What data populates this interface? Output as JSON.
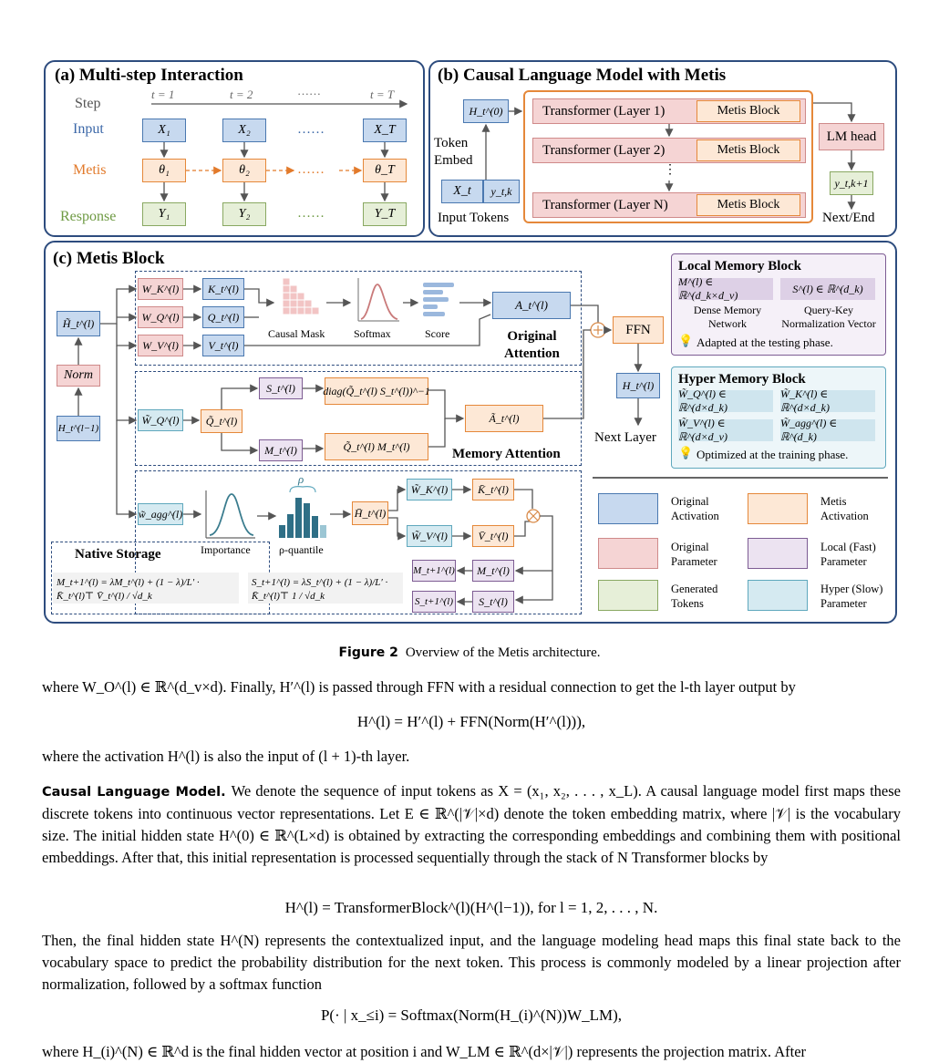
{
  "panel_a": {
    "title": "(a) Multi-step Interaction",
    "step_label": "Step",
    "input_label": "Input",
    "metis_label": "Metis",
    "response_label": "Response",
    "t1": "t = 1",
    "t2": "t = 2",
    "tdots": "……",
    "tT": "t = T",
    "x1": "X₁",
    "x2": "X₂",
    "xT": "X_T",
    "th1": "θ₁",
    "th2": "θ₂",
    "thT": "θ_T",
    "y1": "Y₁",
    "y2": "Y₂",
    "yT": "Y_T",
    "dots": "……"
  },
  "panel_b": {
    "title": "(b) Causal Language Model with Metis",
    "h0": "H_t^(0)",
    "token_embed": "Token\nEmbed",
    "xt": "X_t",
    "ytk": "y_t,k",
    "input_tokens": "Input Tokens",
    "layer1": "Transformer (Layer 1)",
    "layer2": "Transformer (Layer 2)",
    "layerN": "Transformer (Layer N)",
    "metis_block": "Metis Block",
    "vdots": "⋮",
    "lm_head": "LM head",
    "ytk1": "y_t,k+1",
    "next_end": "Next/End"
  },
  "panel_c": {
    "title": "(c) Metis Block",
    "norm": "Norm",
    "h_tilde": "H̃_t^(l)",
    "h_prev": "H_t^(l−1)",
    "wk": "W_K^(l)",
    "wq": "W_Q^(l)",
    "wv": "W_V^(l)",
    "k": "K_t^(l)",
    "q": "Q_t^(l)",
    "v": "V_t^(l)",
    "causal_mask": "Causal Mask",
    "softmax": "Softmax",
    "score": "Score",
    "a": "A_t^(l)",
    "original_attention": "Original\nAttention",
    "ffn": "FFN",
    "h_out": "H_t^(l)",
    "next_layer": "Next Layer",
    "wq_tilde": "W̃_Q^(l)",
    "q_tilde": "Q̃_t^(l)",
    "s": "S_t^(l)",
    "m": "M_t^(l)",
    "diag": "diag(Q̃_t^(l) S_t^(l))^−1",
    "qm": "Q̃_t^(l) M_t^(l)",
    "a_tilde": "Ã_t^(l)",
    "memory_attention": "Memory Attention",
    "w_agg": "w̃_agg^(l)",
    "importance": "Importance",
    "rho": "ρ",
    "rho_quantile": "ρ-quantile",
    "h_bar": "H̄_t^(l)",
    "wk_tilde": "W̃_K^(l)",
    "wv_tilde": "W̃_V^(l)",
    "k_bar": "K̄_t^(l)",
    "v_bar": "V̄_t^(l)",
    "m_next": "M_t+1^(l)",
    "m_cur": "M_t^(l)",
    "s_next": "S_t+1^(l)",
    "s_cur": "S_t^(l)",
    "native_storage": "Native Storage",
    "eq_m": "M_t+1^(l) = λM_t^(l) + (1 − λ)/L′ · K̄_t^(l)⊤ V̄_t^(l) / √d_k",
    "eq_s": "S_t+1^(l) = λS_t^(l) + (1 − λ)/L′ · K̄_t^(l)⊤ 1 / √d_k",
    "local_title": "Local Memory Block",
    "local_m": "M^(l) ∈ ℝ^(d_k×d_v)",
    "local_s": "S^(l) ∈ ℝ^(d_k)",
    "local_m_desc": "Dense Memory\nNetwork",
    "local_s_desc": "Query-Key\nNormalization Vector",
    "local_note": "Adapted at the testing phase.",
    "hyper_title": "Hyper Memory Block",
    "hyp_wq": "W̃_Q^(l) ∈ ℝ^(d×d_k)",
    "hyp_wk": "W̃_K^(l) ∈ ℝ^(d×d_k)",
    "hyp_wv": "W̃_V^(l) ∈ ℝ^(d×d_v)",
    "hyp_wagg": "W̃_agg^(l) ∈ ℝ^(d_k)",
    "hyper_note": "Optimized at the training phase.",
    "legend": [
      {
        "label": "Original\nActivation",
        "color": "blue"
      },
      {
        "label": "Metis\nActivation",
        "color": "orange"
      },
      {
        "label": "Original\nParameter",
        "color": "pink"
      },
      {
        "label": "Local (Fast)\nParameter",
        "color": "purple"
      },
      {
        "label": "Generated\nTokens",
        "color": "green"
      },
      {
        "label": "Hyper (Slow)\nParameter",
        "color": "lightblue"
      }
    ]
  },
  "caption": {
    "label": "Figure 2",
    "text": "Overview of the Metis architecture."
  },
  "body": {
    "p1": "where W_O^(l) ∈ ℝ^(d_v×d). Finally, H′^(l) is passed through FFN with a residual connection to get the l-th layer output by",
    "eq1": "H^(l) = H′^(l) + FFN(Norm(H′^(l))),",
    "p2": "where the activation H^(l) is also the input of (l + 1)-th layer.",
    "p3_head": "Causal Language Model.",
    "p3": "We denote the sequence of input tokens as X = (x₁, x₂, . . . , x_L). A causal language model first maps these discrete tokens into continuous vector representations. Let E ∈ ℝ^(|𝒱|×d) denote the token embedding matrix, where |𝒱| is the vocabulary size. The initial hidden state H^(0) ∈ ℝ^(L×d) is obtained by extracting the corresponding embeddings and combining them with positional embeddings. After that, this initial representation is processed sequentially through the stack of N Transformer blocks by",
    "eq2": "H^(l) = TransformerBlock^(l)(H^(l−1)),    for l = 1, 2, . . . , N.",
    "p4": "Then, the final hidden state H^(N) represents the contextualized input, and the language modeling head maps this final state back to the vocabulary space to predict the probability distribution for the next token. This process is commonly modeled by a linear projection after normalization, followed by a softmax function",
    "eq3": "P(· | x_≤i) = Softmax(Norm(H_(i)^(N))W_LM),",
    "p5": "where H_(i)^(N) ∈ ℝ^d is the final hidden vector at position i and W_LM ∈ ℝ^(d×|𝒱|) represents the projection matrix. After"
  }
}
